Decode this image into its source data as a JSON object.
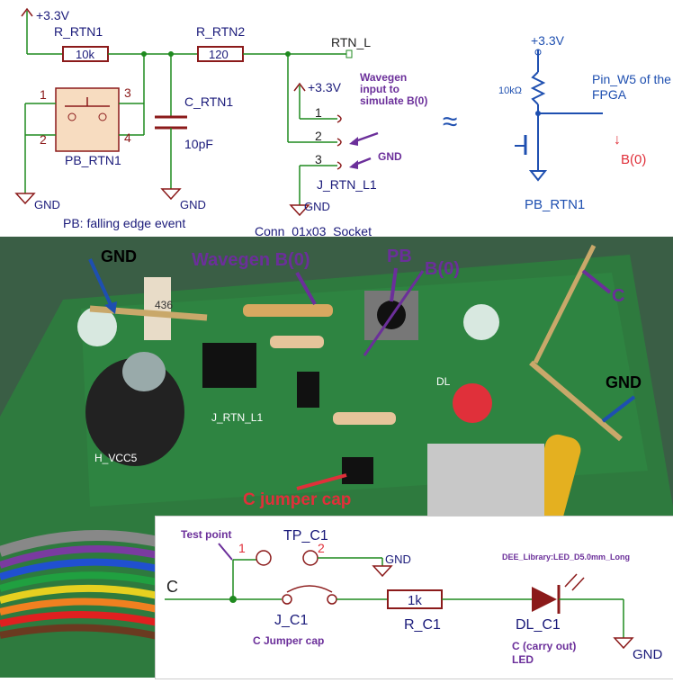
{
  "colors": {
    "wire": "#1f8a1f",
    "component": "#8b1a1a",
    "label": "#1a1a7a",
    "accent_purple": "#6b2f9a",
    "note_blue": "#1e4fb0",
    "red": "#e0303a",
    "pcb": "#2f5a3c"
  },
  "top_schematic": {
    "vcc_top": "+3.3V",
    "r_rtn1": "R_RTN1",
    "r_rtn1_value": "10k",
    "r_rtn2": "R_RTN2",
    "r_rtn2_value": "120",
    "rtn_l": "RTN_L",
    "pb_rtn1": "PB_RTN1",
    "pb_pin1": "1",
    "pb_pin2": "2",
    "pb_pin3": "3",
    "pb_pin4": "4",
    "gnd_left": "GND",
    "c_rtn1": "C_RTN1",
    "c_rtn1_value": "10pF",
    "gnd_mid": "GND",
    "vcc_conn": "+3.3V",
    "conn_pin1": "1",
    "conn_pin2": "2",
    "conn_pin3": "3",
    "wavegen_note": "Wavegen input to simulate B(0)",
    "gnd_note": "GND",
    "j_rtn_l1": "J_RTN_L1",
    "gnd_conn": "GND",
    "conn_part": "Conn_01x03_Socket",
    "pb_caption": "PB: falling edge event"
  },
  "hand_sketch": {
    "vcc": "+3.3V",
    "res": "10kΩ",
    "pin_note": "Pin_W5 of the FPGA",
    "arrow": "↓",
    "signal": "B(0)",
    "pb": "PB_RTN1",
    "approx": "≈"
  },
  "photo_labels": {
    "gnd_top": "GND",
    "wavegen": "Wavegen B(0)",
    "pb": "PB",
    "b0": "B(0)",
    "c": "C",
    "gnd_right": "GND",
    "c_jumper": "C jumper cap",
    "silk_jrtn": "J_RTN_L1",
    "silk_hvcc": "H_VCC5",
    "silk_dl": "DL",
    "silk_436": "436"
  },
  "bottom_schematic": {
    "test_point": "Test point",
    "tp_c1": "TP_C1",
    "tp_pin1": "1",
    "tp_pin2": "2",
    "gnd_tp": "GND",
    "net_c": "C",
    "j_c1": "J_C1",
    "j_caption": "C Jumper cap",
    "r_c1_value": "1k",
    "r_c1": "R_C1",
    "led_lib": "DEE_Library:LED_D5.0mm_Long",
    "dl_c1": "DL_C1",
    "led_caption_1": "C (carry out)",
    "led_caption_2": "LED",
    "gnd_led": "GND"
  }
}
